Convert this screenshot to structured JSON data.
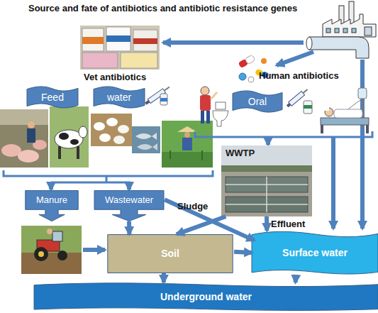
{
  "diagram": {
    "title": "Source and fate of antibiotics and antibiotic resistance genes",
    "nodes": [
      {
        "text": [
          "Feed"
        ]
      },
      {
        "text": [
          "water"
        ]
      },
      {
        "text": [
          "Oral"
        ]
      },
      {
        "text": [
          "WWTP"
        ]
      },
      {
        "text": [
          "Manure"
        ]
      },
      {
        "text": [
          "Wastewater"
        ]
      },
      {
        "text": [
          "Soil"
        ]
      },
      {
        "text": [
          "Surface water"
        ]
      },
      {
        "text": [
          "Underground water"
        ]
      }
    ],
    "edges": [
      {
        "from": 5,
        "to": 6,
        "arrow": "to"
      },
      {
        "from": 5,
        "to": 7,
        "arrow": "to"
      },
      {
        "from": 3,
        "to": 6,
        "label": "Sludge",
        "arrow": "to"
      },
      {
        "from": 3,
        "to": 7,
        "label": "Effluent",
        "arrow": "to"
      },
      {
        "from": 6,
        "to": 7,
        "arrow": "to"
      },
      {
        "from": 6,
        "to": 8,
        "arrow": "to"
      },
      {
        "from": 7,
        "to": 8,
        "arrow": "to"
      }
    ],
    "labels": [
      "Vet antibiotics",
      "Human antibiotics"
    ]
  }
}
